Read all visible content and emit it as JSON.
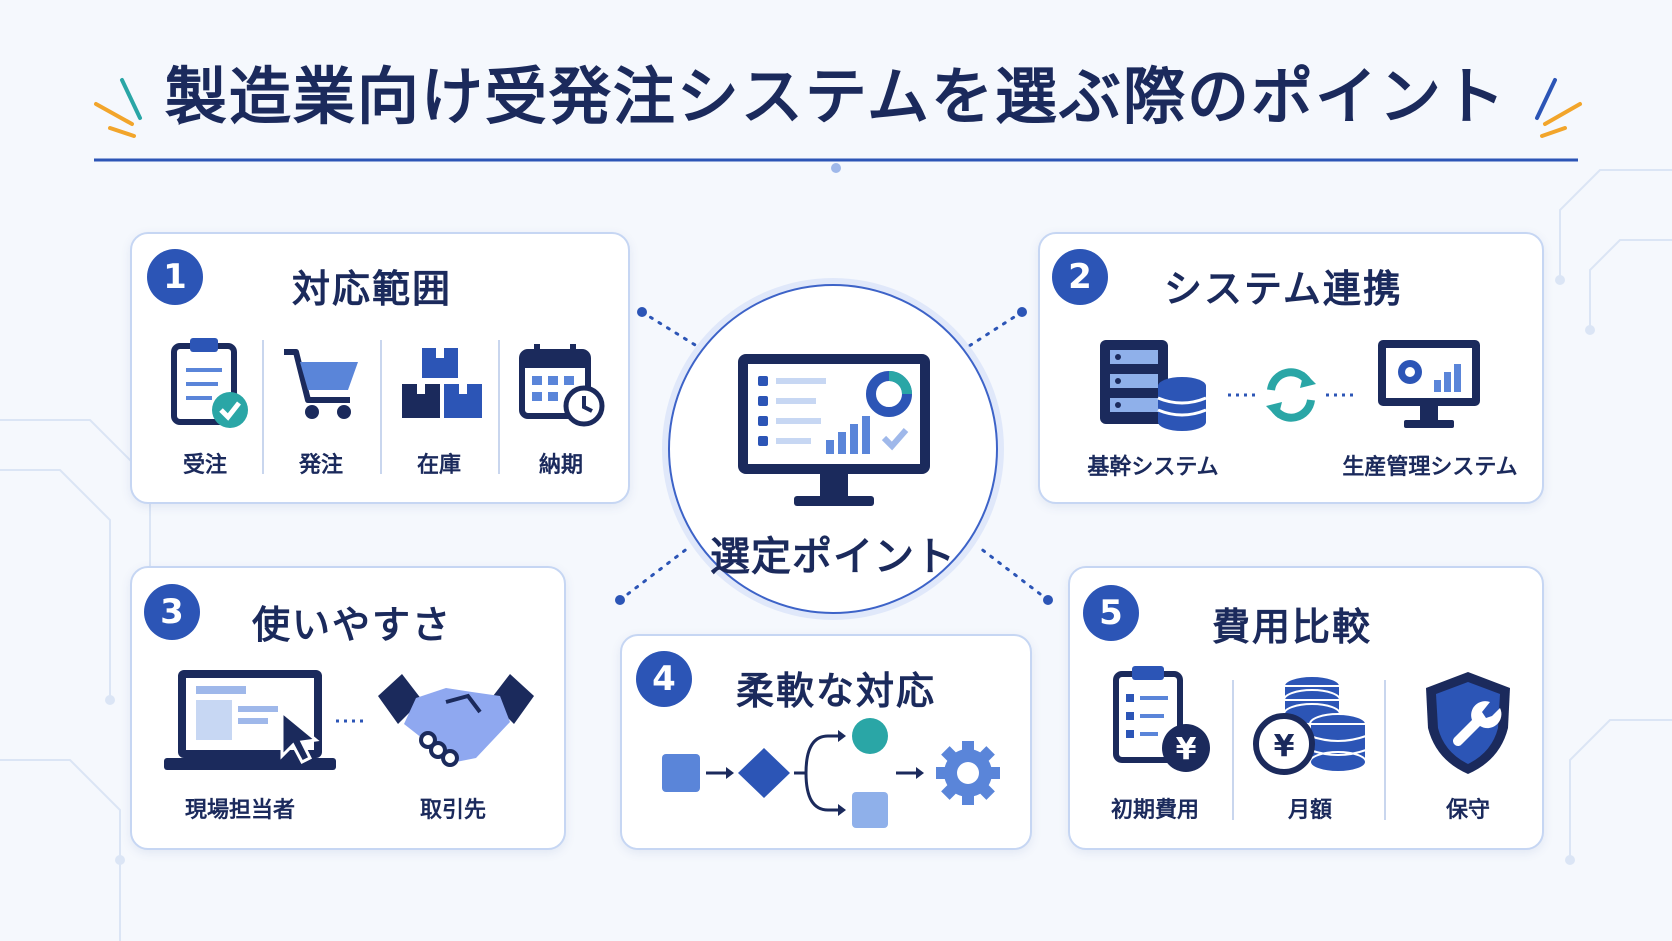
{
  "title": "製造業向け受発注システムを選ぶ際のポイント",
  "center": {
    "label": "選定ポイント"
  },
  "cards": [
    {
      "number": "1",
      "title": "対応範囲",
      "items": [
        "受注",
        "発注",
        "在庫",
        "納期"
      ]
    },
    {
      "number": "2",
      "title": "システム連携",
      "items": [
        "基幹システム",
        "生産管理システム"
      ]
    },
    {
      "number": "3",
      "title": "使いやすさ",
      "items": [
        "現場担当者",
        "取引先"
      ]
    },
    {
      "number": "4",
      "title": "柔軟な対応",
      "items": []
    },
    {
      "number": "5",
      "title": "費用比較",
      "items": [
        "初期費用",
        "月額",
        "保守"
      ]
    }
  ],
  "colors": {
    "navy": "#1b2a5c",
    "blue": "#2c55b6",
    "light_blue": "#8fb0ea",
    "teal": "#2aa6a6",
    "accent_orange": "#f2a52b"
  }
}
